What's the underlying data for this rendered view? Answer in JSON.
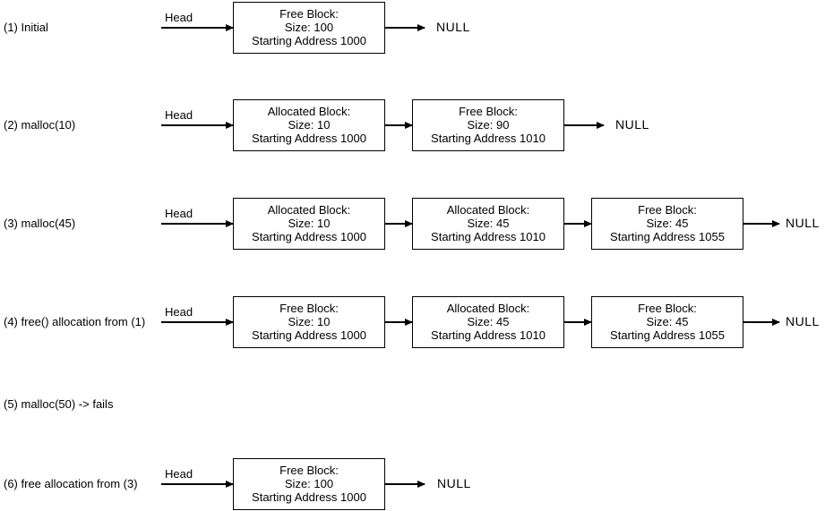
{
  "diagram": {
    "background": "#ffffff",
    "line_color": "#000000",
    "text_color": "#000000",
    "head_label": "Head",
    "null_label": "NULL",
    "rows": [
      {
        "label": "(1) Initial",
        "nodes": [
          {
            "type": "free",
            "lines": [
              "Free Block:",
              "Size: 100",
              "Starting Address 1000"
            ]
          }
        ]
      },
      {
        "label": "(2) malloc(10)",
        "nodes": [
          {
            "type": "allocated",
            "lines": [
              "Allocated Block:",
              "Size: 10",
              "Starting Address 1000"
            ]
          },
          {
            "type": "free",
            "lines": [
              "Free Block:",
              "Size: 90",
              "Starting Address 1010"
            ]
          }
        ]
      },
      {
        "label": "(3) malloc(45)",
        "nodes": [
          {
            "type": "allocated",
            "lines": [
              "Allocated Block:",
              "Size: 10",
              "Starting Address 1000"
            ]
          },
          {
            "type": "allocated",
            "lines": [
              "Allocated Block:",
              "Size: 45",
              "Starting Address 1010"
            ]
          },
          {
            "type": "free",
            "lines": [
              "Free Block:",
              "Size: 45",
              "Starting Address 1055"
            ]
          }
        ]
      },
      {
        "label": "(4) free() allocation from (1)",
        "nodes": [
          {
            "type": "free",
            "lines": [
              "Free Block:",
              "Size: 10",
              "Starting Address 1000"
            ]
          },
          {
            "type": "allocated",
            "lines": [
              "Allocated Block:",
              "Size: 45",
              "Starting Address 1010"
            ]
          },
          {
            "type": "free",
            "lines": [
              "Free Block:",
              "Size: 45",
              "Starting Address 1055"
            ]
          }
        ]
      },
      {
        "label": "(5) malloc(50) -> fails",
        "nodes": []
      },
      {
        "label": "(6) free allocation from (3)",
        "nodes": [
          {
            "type": "free",
            "lines": [
              "Free Block:",
              "Size: 100",
              "Starting Address 1000"
            ]
          }
        ]
      }
    ]
  }
}
